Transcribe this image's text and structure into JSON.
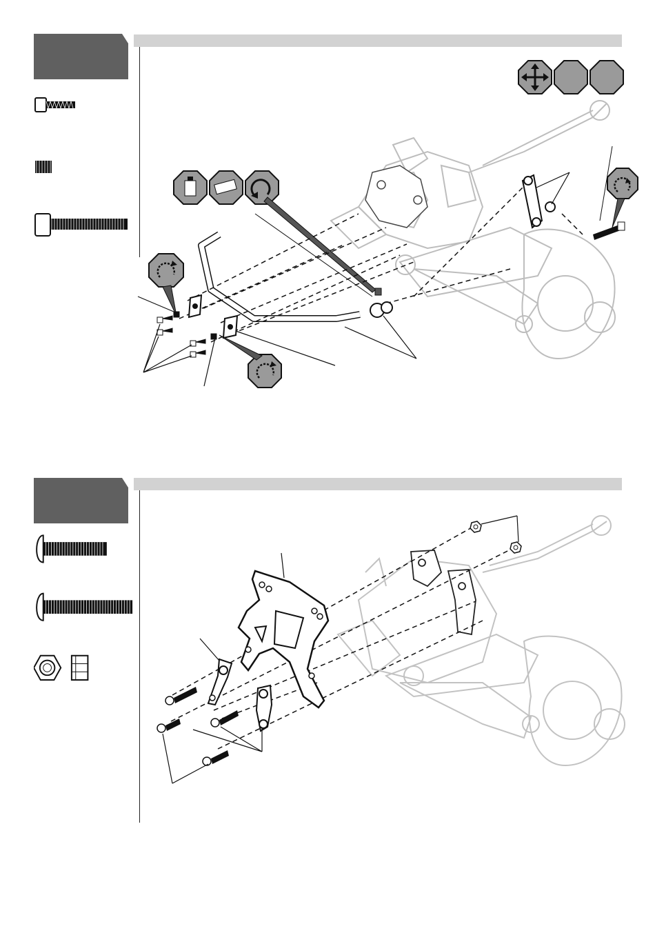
{
  "step_top": {
    "number": "",
    "title": ""
  },
  "step_bottom": {
    "number": "",
    "title": ""
  },
  "icons": {
    "top_right_badges": [
      "move-arrows-icon",
      "blank-octagon-icon",
      "blank-octagon-icon"
    ],
    "tool_badges": [
      "thread-lock-icon",
      "grease-icon",
      "tighten-icon"
    ],
    "tighten_badges": [
      "tighten-icon",
      "tighten-icon",
      "tighten-icon"
    ]
  },
  "parts_top": [
    "cap-screw-short",
    "set-screw",
    "cap-screw-long"
  ],
  "parts_bottom": [
    "button-head-screw-short",
    "button-head-screw-long",
    "lock-nut"
  ],
  "colors": {
    "step_tab": "#606060",
    "header_bar": "#d2d2d2",
    "badge_fill": "#9a9a9a",
    "line": "#1a1a1a"
  }
}
